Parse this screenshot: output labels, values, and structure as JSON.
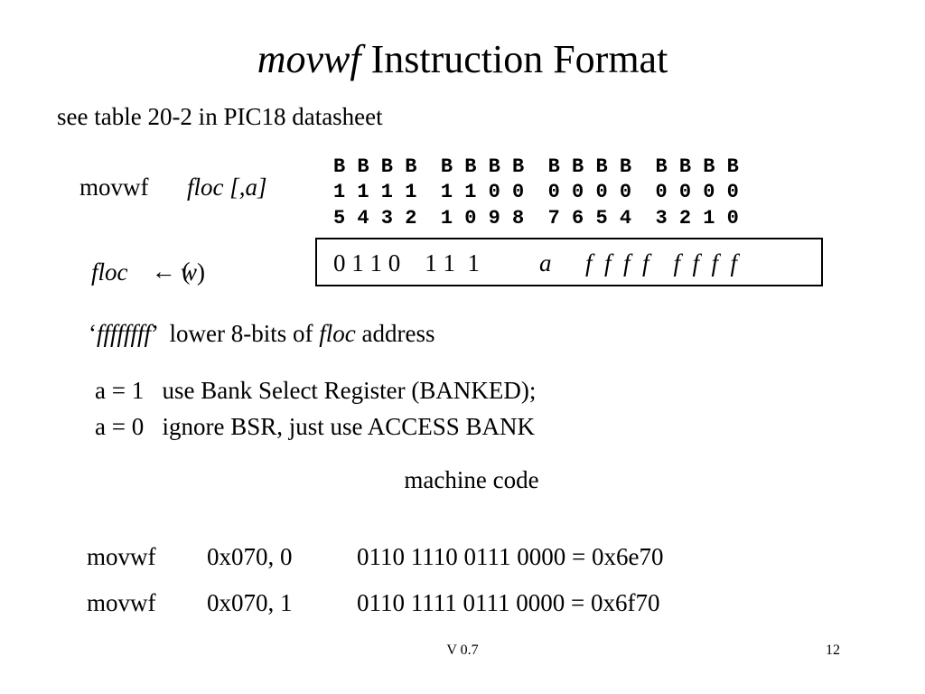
{
  "title": {
    "mnemonic": "movwf",
    "rest": " Instruction Format"
  },
  "subtitle": "see table 20-2 in PIC18 datasheet",
  "syntax": {
    "mnemonic": "movwf",
    "operands": "floc [,a]"
  },
  "bit_header": {
    "row1": "B B B B  B B B B  B B B B  B B B B",
    "row2": "1 1 1 1  1 1 0 0  0 0 0 0  0 0 0 0",
    "row3": "5 4 3 2  1 0 9 8  7 6 5 4  3 2 1 0"
  },
  "encoding": {
    "fixed": "0 1 1 0    1 1  1",
    "a": "a",
    "f": "f  f  f  f    f  f  f  f"
  },
  "operation": {
    "dest": "floc",
    "arrow": " ← (",
    "src": "w",
    "close": ")"
  },
  "ffff_note": {
    "open_quote": "‘",
    "ffff": "ffffffff",
    "close_quote": "’",
    "text": "  lower 8-bits of ",
    "floc": "floc",
    "tail": " address"
  },
  "a_options": [
    {
      "label": "a = 1",
      "text": "use Bank Select Register (BANKED);"
    },
    {
      "label": "a = 0",
      "text": "ignore BSR, just use ACCESS BANK"
    }
  ],
  "machine_code_heading": "machine code",
  "examples": [
    {
      "mnemonic": "movwf",
      "operands": "0x070, 0",
      "binary": "0110 1110 0111 0000 = 0x6e70"
    },
    {
      "mnemonic": "movwf",
      "operands": "0x070, 1",
      "binary": "0110 1111 0111 0000 = 0x6f70"
    }
  ],
  "footer": {
    "version": "V 0.7",
    "page": "12"
  }
}
